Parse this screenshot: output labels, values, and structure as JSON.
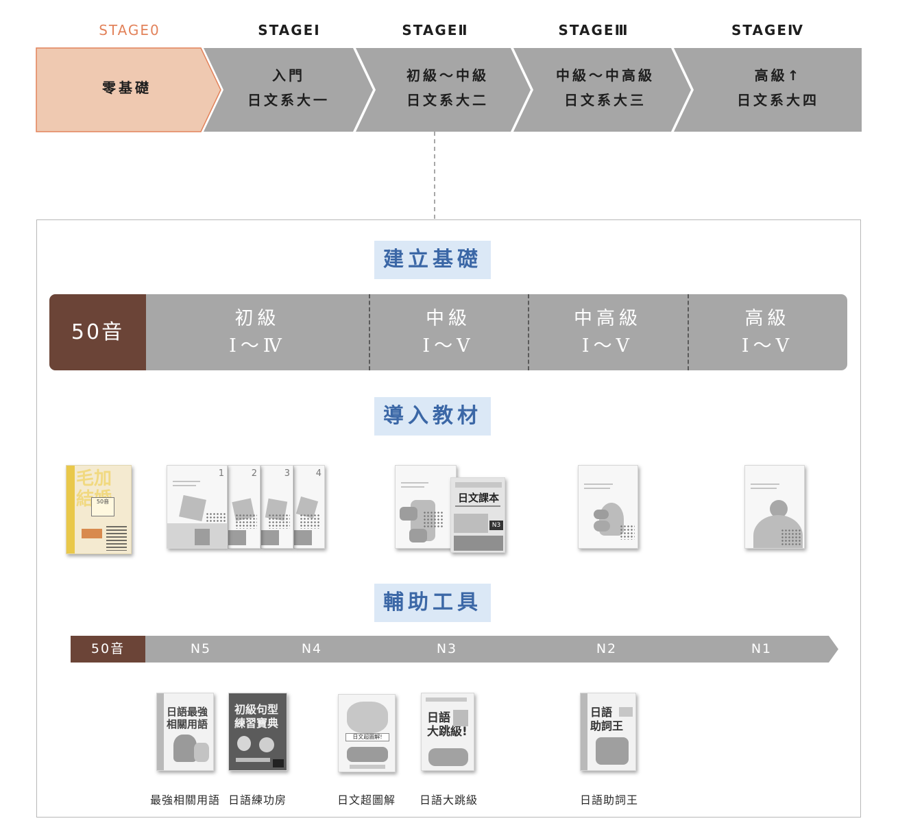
{
  "stages": [
    {
      "label": "STAGE0",
      "line1": "零基礎",
      "line2": "",
      "color": "#efc9b1",
      "active": true
    },
    {
      "label": "STAGEI",
      "line1": "入門",
      "line2": "日文系大一",
      "color": "#a6a6a6"
    },
    {
      "label": "STAGEⅡ",
      "line1": "初級～中級",
      "line2": "日文系大二",
      "color": "#a6a6a6"
    },
    {
      "label": "STAGEⅢ",
      "line1": "中級～中高級",
      "line2": "日文系大三",
      "color": "#a6a6a6"
    },
    {
      "label": "STAGEⅣ",
      "line1": "高級↑",
      "line2": "日文系大四",
      "color": "#a6a6a6"
    }
  ],
  "sections": {
    "foundation": "建立基礎",
    "textbooks": "導入教材",
    "tools": "輔助工具"
  },
  "levels": {
    "start": "50音",
    "items": [
      {
        "name": "初級",
        "range": "Ⅰ～Ⅳ"
      },
      {
        "name": "中級",
        "range": "Ⅰ～Ⅴ"
      },
      {
        "name": "中高級",
        "range": "Ⅰ～Ⅴ"
      },
      {
        "name": "高級",
        "range": "Ⅰ～Ⅴ"
      }
    ]
  },
  "textbooks": {
    "cover_50": {
      "line1": "50音"
    },
    "beginner_numbers": [
      "1",
      "2",
      "3",
      "4"
    ],
    "n3_book": {
      "title": "日文課本",
      "badge": "N3"
    }
  },
  "jlpt": {
    "start": "50音",
    "levels": [
      "N5",
      "N4",
      "N3",
      "N2",
      "N1"
    ]
  },
  "tools": [
    {
      "caption": "最強相關用語",
      "cover": "日語最強\n相關用語"
    },
    {
      "caption": "日語練功房",
      "cover": "初級句型\n練習寶典"
    },
    {
      "caption": "日文超圖解",
      "cover": "日文超圖解!"
    },
    {
      "caption": "日語大跳級",
      "cover": "日語\n大跳級!"
    },
    {
      "caption": "日語助詞王",
      "cover": "日語\n助詞王"
    }
  ],
  "colors": {
    "accent_orange": "#e2825a",
    "stage0_fill": "#efc9b1",
    "brown": "#6b4437",
    "gray": "#a7a7a7",
    "title_blue": "#3b67a6",
    "title_bg": "#dbe8f6"
  }
}
